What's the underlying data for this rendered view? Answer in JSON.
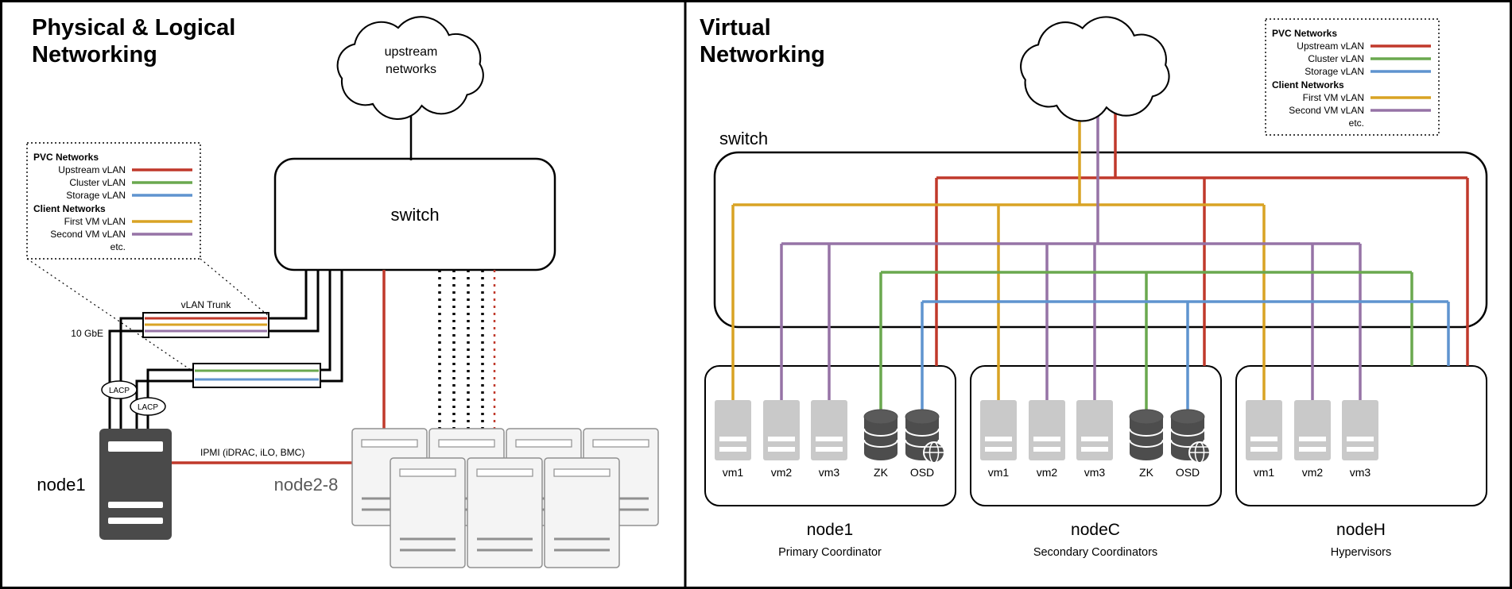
{
  "colors": {
    "upstream": "#c0392b",
    "cluster": "#6aa84f",
    "storage": "#5f94cf",
    "first_vm": "#d9a324",
    "second_vm": "#9673a6"
  },
  "left": {
    "title_line1": "Physical & Logical",
    "title_line2": "Networking",
    "cloud_line1": "upstream",
    "cloud_line2": "networks",
    "switch_label": "switch",
    "vlan_trunk_label": "vLAN Trunk",
    "ten_gbe_label": "10 GbE",
    "lacp_label": "LACP",
    "ipmi_label": "IPMI (iDRAC, iLO, BMC)",
    "node1_label": "node1",
    "node2_8_label": "node2-8"
  },
  "right": {
    "title_line1": "Virtual",
    "title_line2": "Networking",
    "switch_label": "switch",
    "nodes": [
      {
        "name": "node1",
        "subtitle": "Primary Coordinator",
        "items": [
          "vm1",
          "vm2",
          "vm3",
          "ZK",
          "OSD"
        ]
      },
      {
        "name": "nodeC",
        "subtitle": "Secondary Coordinators",
        "items": [
          "vm1",
          "vm2",
          "vm3",
          "ZK",
          "OSD"
        ]
      },
      {
        "name": "nodeH",
        "subtitle": "Hypervisors",
        "items": [
          "vm1",
          "vm2",
          "vm3"
        ]
      }
    ]
  },
  "legend": {
    "items": [
      {
        "label": "PVC Networks",
        "style": "header"
      },
      {
        "label": "Upstream vLAN",
        "color": "upstream"
      },
      {
        "label": "Cluster vLAN",
        "color": "cluster"
      },
      {
        "label": "Storage vLAN",
        "color": "storage"
      },
      {
        "label": "Client Networks",
        "style": "header"
      },
      {
        "label": "First VM vLAN",
        "color": "first_vm"
      },
      {
        "label": "Second VM vLAN",
        "color": "second_vm"
      },
      {
        "label": "etc.",
        "style": "etc"
      }
    ]
  }
}
